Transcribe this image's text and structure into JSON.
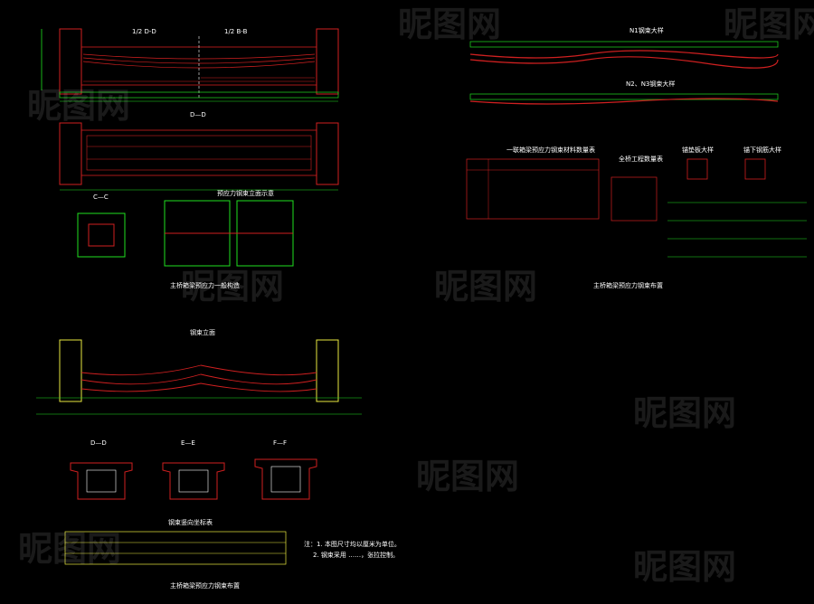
{
  "watermark": {
    "text": "昵图网",
    "repeat": 9
  },
  "panel_a": {
    "label_left": "1/2 D-D",
    "label_right": "1/2 B-B",
    "label_section": "D—D",
    "sub_caption": "预应力钢束立面示意",
    "c_section": "C—C",
    "caption": "主桥箱梁预应力一般构造"
  },
  "panel_b": {
    "detail1": "N1钢束大样",
    "detail2": "N2、N3钢束大样",
    "table_title": "一联箱梁预应力钢束材料数量表",
    "small_table_title": "全桥工程数量表",
    "detail3": "锚垫板大样",
    "detail4": "锚下钢筋大样",
    "caption": "主桥箱梁预应力钢束布置"
  },
  "panel_c": {
    "title": "钢束立面",
    "sec_d": "D—D",
    "sec_e": "E—E",
    "sec_f": "F—F",
    "table_title": "钢束竖向坐标表",
    "notes": [
      "注：1. 本图尺寸均以厘米为单位。",
      "2. 钢束采用 ……，张拉控制。"
    ],
    "caption": "主桥箱梁预应力钢束布置"
  },
  "colors": {
    "cad_red": "#d02020",
    "cad_green": "#20e020",
    "cad_yellow": "#e8e840",
    "cad_magenta": "#e040e0",
    "cad_white": "#ffffff"
  }
}
